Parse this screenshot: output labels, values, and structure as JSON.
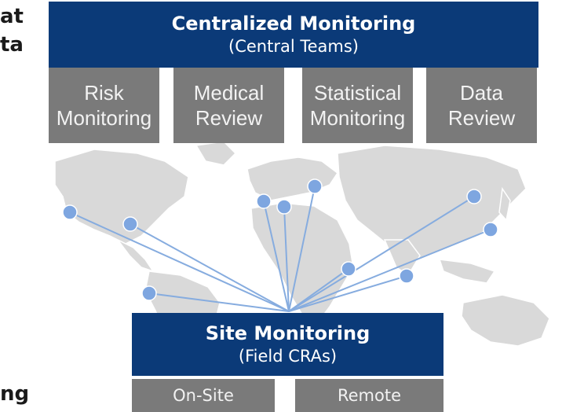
{
  "edge_text": {
    "top1": "at",
    "top2": "ta",
    "bottom": "ng"
  },
  "centralized": {
    "title": "Centralized Monitoring",
    "subtitle": "(Central Teams)",
    "boxes": [
      {
        "line1": "Risk",
        "line2": "Monitoring"
      },
      {
        "line1": "Medical",
        "line2": "Review"
      },
      {
        "line1": "Statistical",
        "line2": "Monitoring"
      },
      {
        "line1": "Data",
        "line2": "Review"
      }
    ]
  },
  "site": {
    "title": "Site Monitoring",
    "subtitle": "(Field CRAs)",
    "boxes": [
      "On-Site",
      "Remote"
    ]
  },
  "colors": {
    "banner": "#0b3a78",
    "box": "#7a7a7a",
    "map": "#d9d9d9",
    "line": "#86acdf",
    "dot": "#7ea6e0"
  }
}
